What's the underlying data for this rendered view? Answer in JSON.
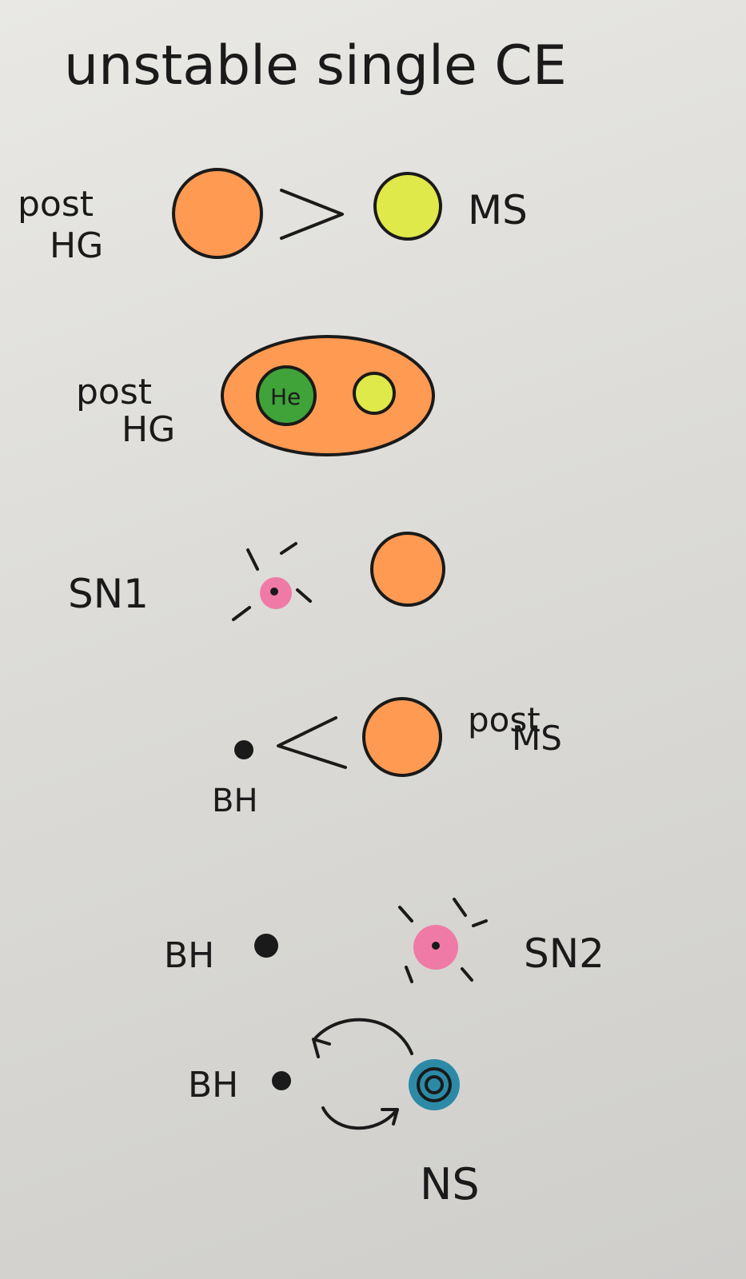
{
  "title": "unstable single CE",
  "stages": [
    {
      "left_label_line1": "post",
      "left_label_line2": "HG",
      "right_label": "MS"
    },
    {
      "left_label_line1": "post",
      "left_label_line2": "HG",
      "core_label": "He"
    },
    {
      "left_label": "SN1"
    },
    {
      "compact_label": "BH",
      "right_label_line1": "post",
      "right_label_line2": "MS"
    },
    {
      "left_label": "BH",
      "right_label": "SN2"
    },
    {
      "left_label": "BH",
      "bottom_label": "NS"
    }
  ],
  "colors": {
    "giant": "#ff9a52",
    "main_sequence": "#dfe94a",
    "helium_core": "#3fa33a",
    "supernova": "#f07aa6",
    "neutron_star": "#2d8aa6",
    "ink": "#1a1a1a",
    "paper": "#e3e2de"
  }
}
